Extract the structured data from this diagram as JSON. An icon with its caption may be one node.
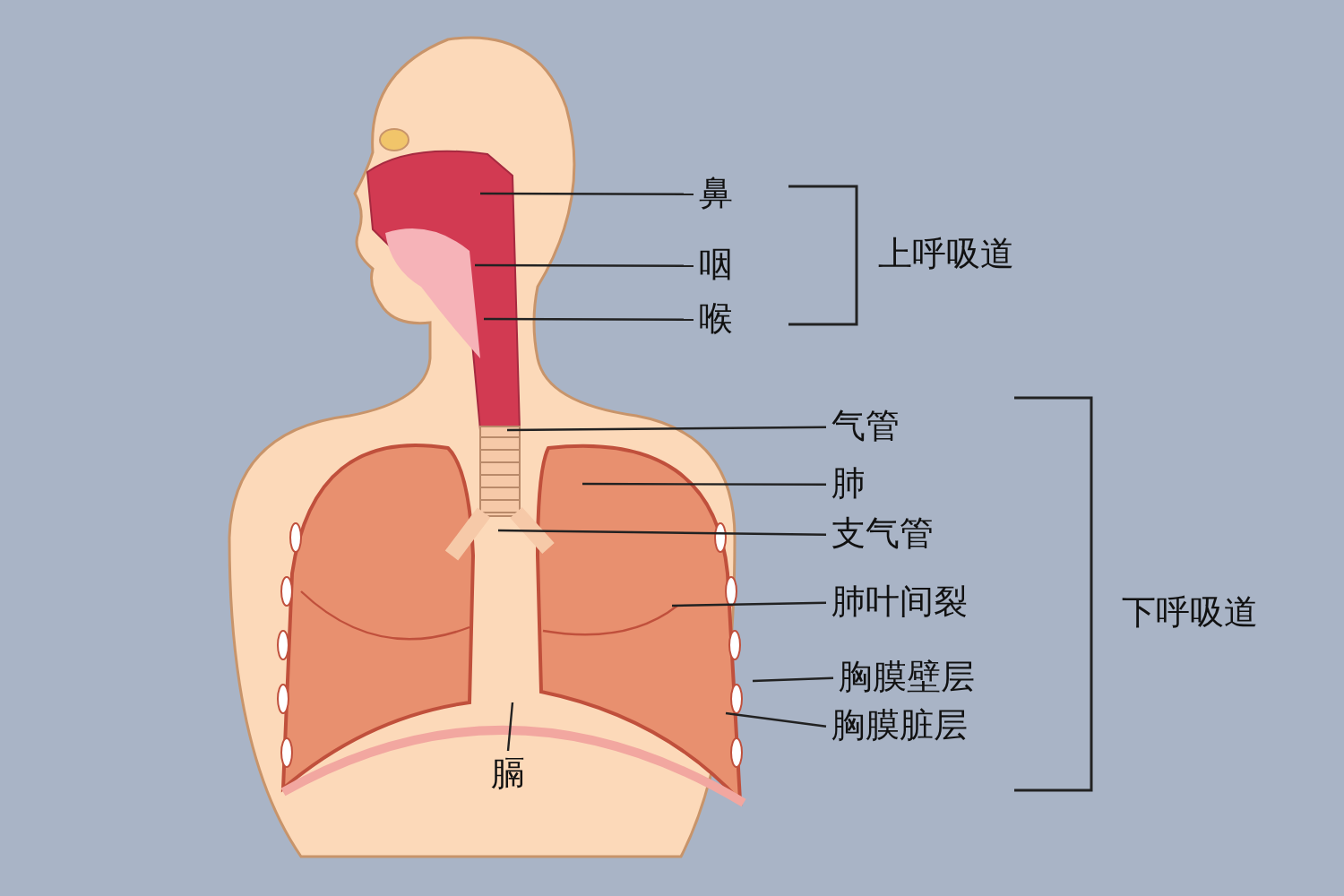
{
  "diagram": {
    "nodes": [
      {
        "text": [
          "鼻"
        ]
      },
      {
        "text": [
          "咽"
        ]
      },
      {
        "text": [
          "喉"
        ]
      },
      {
        "text": [
          "气管"
        ]
      },
      {
        "text": [
          "肺"
        ]
      },
      {
        "text": [
          "支气管"
        ]
      },
      {
        "text": [
          "肺叶间裂"
        ]
      },
      {
        "text": [
          "胸膜壁层"
        ]
      },
      {
        "text": [
          "胸膜脏层"
        ]
      },
      {
        "text": [
          "膈"
        ]
      }
    ],
    "edges": [
      {
        "from": 0,
        "to": null,
        "arrow": "none"
      },
      {
        "from": 1,
        "to": null,
        "arrow": "none"
      },
      {
        "from": 2,
        "to": null,
        "arrow": "none"
      },
      {
        "from": 3,
        "to": null,
        "arrow": "none"
      },
      {
        "from": 4,
        "to": null,
        "arrow": "none"
      },
      {
        "from": 5,
        "to": null,
        "arrow": "none"
      },
      {
        "from": 6,
        "to": null,
        "arrow": "none"
      },
      {
        "from": 7,
        "to": null,
        "arrow": "none"
      },
      {
        "from": 8,
        "to": null,
        "arrow": "none"
      },
      {
        "from": 9,
        "to": null,
        "arrow": "none"
      }
    ],
    "labels": [
      "上呼吸道",
      "下呼吸道"
    ]
  }
}
